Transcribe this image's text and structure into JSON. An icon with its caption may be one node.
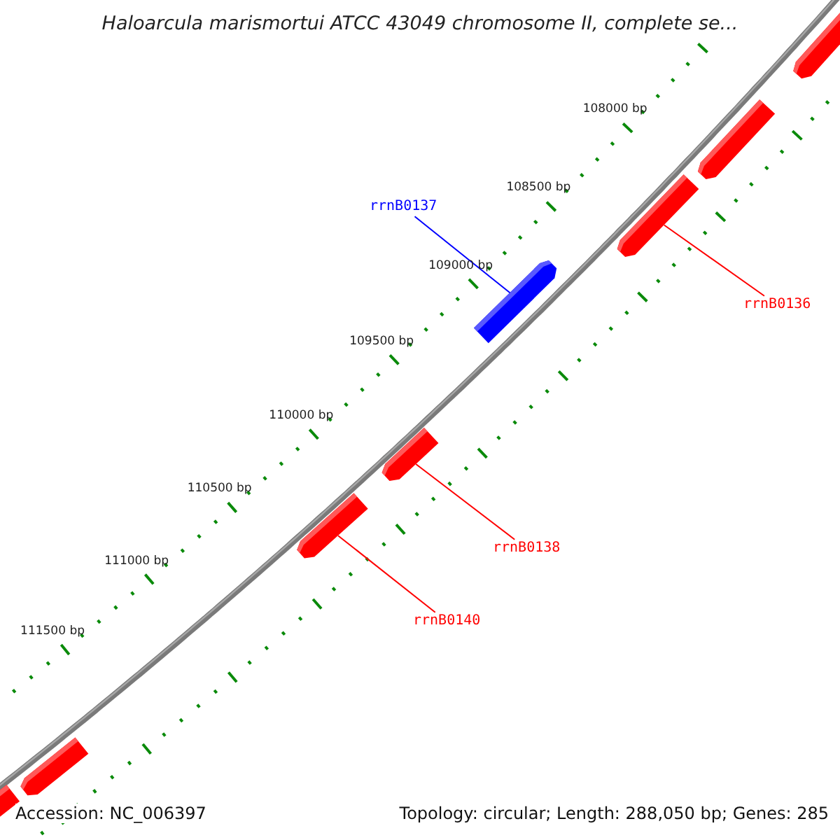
{
  "diagram": {
    "title": "Haloarcula marismortui ATCC 43049 chromosome II, complete se...",
    "nodes": [
      {
        "text": [],
        "shape": "bar"
      },
      {
        "text": [],
        "shape": "bar"
      },
      {
        "text": [],
        "shape": "bar"
      },
      {
        "text": [
          "rrnB0137"
        ]
      },
      {
        "text": [],
        "shape": "bar"
      },
      {
        "text": [
          "rrnB0136"
        ]
      },
      {
        "text": [],
        "shape": "bar"
      },
      {
        "text": [],
        "shape": "bar"
      },
      {
        "text": [
          "rrnB0138"
        ]
      },
      {
        "text": [
          "rrnB0140"
        ]
      },
      {
        "text": [],
        "shape": "bar"
      },
      {
        "text": [],
        "shape": "bar"
      }
    ],
    "edges": [
      {
        "from": 3,
        "to": 4,
        "arrow": "none",
        "color": "#0000ff"
      },
      {
        "from": 5,
        "to": 2,
        "arrow": "none"
      },
      {
        "from": 8,
        "to": 6,
        "arrow": "none"
      },
      {
        "from": 9,
        "to": 7,
        "arrow": "none"
      }
    ],
    "labels": [
      "108000 bp",
      "108500 bp",
      "109000 bp",
      "109500 bp",
      "110000 bp",
      "110500 bp",
      "111000 bp",
      "111500 bp",
      "Accession: NC_006397",
      "Topology: circular; Length: 288,050 bp; Genes: 285"
    ]
  }
}
